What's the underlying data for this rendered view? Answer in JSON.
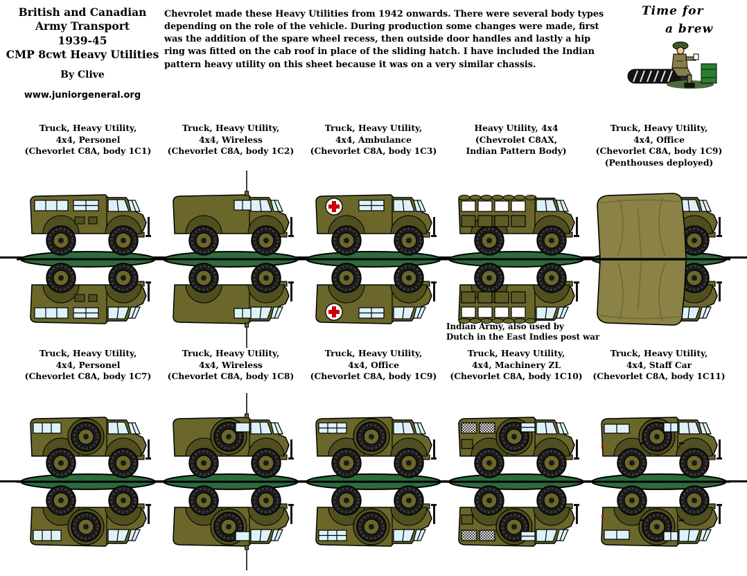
{
  "header": {
    "title_lines": [
      "British and Canadian",
      "Army Transport",
      "1939-45",
      "CMP 8cwt Heavy Utilities"
    ],
    "byline": "By Clive",
    "website": "www.juniorgeneral.org",
    "description": "Chevrolet made these Heavy Utilities from 1942 onwards. There were several body types depending on the role of the vehicle. During production some changes were made, first was the addition of the spare wheel recess, then outside door handles and lastly a hip ring was fitted on the cab roof in place of the sliding hatch. I have included the Indian pattern heavy utility on this sheet because it was on a very similar chassis.",
    "brew_caption_line1": "Time for",
    "brew_caption_line2": "a brew"
  },
  "colors": {
    "body": "#6b672b",
    "body_dark": "#4f4f1f",
    "panel_dark": "#5e5c26",
    "window": "#ddf2f8",
    "tire": "#1a1a1a",
    "base_green": "#2d6b3c",
    "tent": "#8b8246",
    "tent_line": "#6e6937",
    "cross_red": "#cc0000",
    "crate_green": "#2e7d32"
  },
  "rows": [
    {
      "cells": [
        {
          "variant": "personnel",
          "label_lines": [
            "Truck, Heavy Utility,",
            "4x4, Personel",
            "(Chevorlet C8A, body 1C1)"
          ]
        },
        {
          "variant": "wireless",
          "label_lines": [
            "Truck, Heavy Utility,",
            "4x4, Wireless",
            "(Chevorlet C8A, body 1C2)"
          ]
        },
        {
          "variant": "ambulance",
          "label_lines": [
            "Truck, Heavy Utility,",
            "4x4, Ambulance",
            "(Chevorlet C8A, body 1C3)"
          ]
        },
        {
          "variant": "indian",
          "label_lines": [
            "Heavy Utility, 4x4",
            "(Chevrolet C8AX,",
            "Indian Pattern Body)"
          ],
          "note_lines": [
            "Indian Army, also used by",
            "Dutch in the East Indies post war"
          ]
        },
        {
          "variant": "penthouse",
          "label_lines": [
            "Truck, Heavy Utility,",
            "4x4, Office",
            "(Chevorlet C8A, body 1C9)",
            "(Penthouses deployed)"
          ]
        }
      ]
    },
    {
      "cells": [
        {
          "variant": "personnel2",
          "label_lines": [
            "Truck, Heavy Utility,",
            "4x4, Personel",
            "(Chevorlet C8A, body 1C7)"
          ]
        },
        {
          "variant": "wireless2",
          "label_lines": [
            "Truck, Heavy Utility,",
            "4x4, Wireless",
            "(Chevorlet C8A, body 1C8)"
          ]
        },
        {
          "variant": "office2",
          "label_lines": [
            "Truck, Heavy Utility,",
            "4x4, Office",
            "(Chevorlet C8A, body 1C9)"
          ]
        },
        {
          "variant": "machinery",
          "label_lines": [
            "Truck, Heavy Utility,",
            "4x4, Machinery ZL",
            "(Chevorlet C8A, body 1C10)"
          ]
        },
        {
          "variant": "staffcar",
          "label_lines": [
            "Truck, Heavy Utility,",
            "4x4, Staff Car",
            "(Chevorlet C8A, body 1C11)"
          ]
        }
      ]
    }
  ]
}
